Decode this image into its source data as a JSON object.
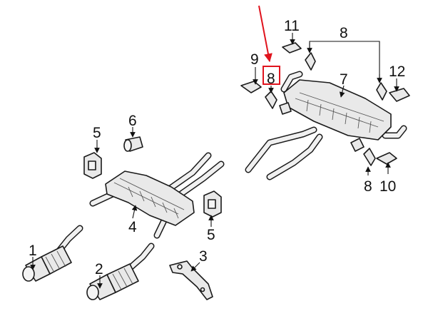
{
  "colors": {
    "line": "#1a1a1a",
    "fill": "#e9e9e9",
    "highlight": "#e0141e",
    "background": "#ffffff"
  },
  "callouts": {
    "c1": "1",
    "c2": "2",
    "c3": "3",
    "c4": "4",
    "c5a": "5",
    "c5b": "5",
    "c6": "6",
    "c7": "7",
    "c8_top": "8",
    "c8_highlighted": "8",
    "c8_bottom": "8",
    "c9": "9",
    "c10": "10",
    "c11": "11",
    "c12": "12"
  }
}
